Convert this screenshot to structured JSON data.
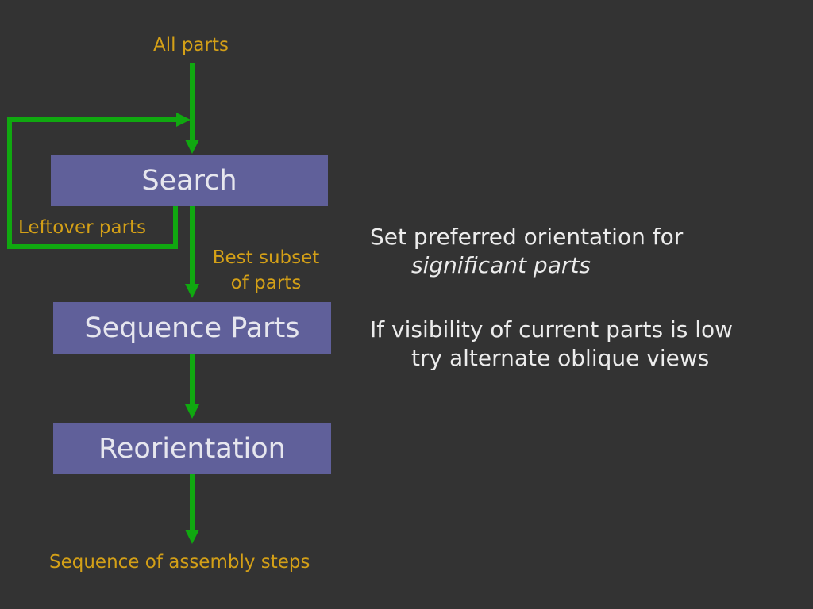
{
  "colors": {
    "background": "#333333",
    "box_fill": "#60609a",
    "box_text": "#e6e6ee",
    "arrow": "#10a810",
    "label": "#d4a017",
    "note_text": "#ececec"
  },
  "diagram": {
    "input_label": "All parts",
    "boxes": {
      "search": "Search",
      "sequence_parts": "Sequence Parts",
      "reorientation": "Reorientation"
    },
    "feedback_label": "Leftover parts",
    "best_subset_label": {
      "line1": "Best subset",
      "line2": "of parts"
    },
    "output_label": "Sequence of assembly steps"
  },
  "notes": [
    {
      "line1": "Set preferred orientation for",
      "line2": "significant parts"
    },
    {
      "line1": "If visibility of current parts is low",
      "line2": "try alternate oblique views"
    }
  ]
}
